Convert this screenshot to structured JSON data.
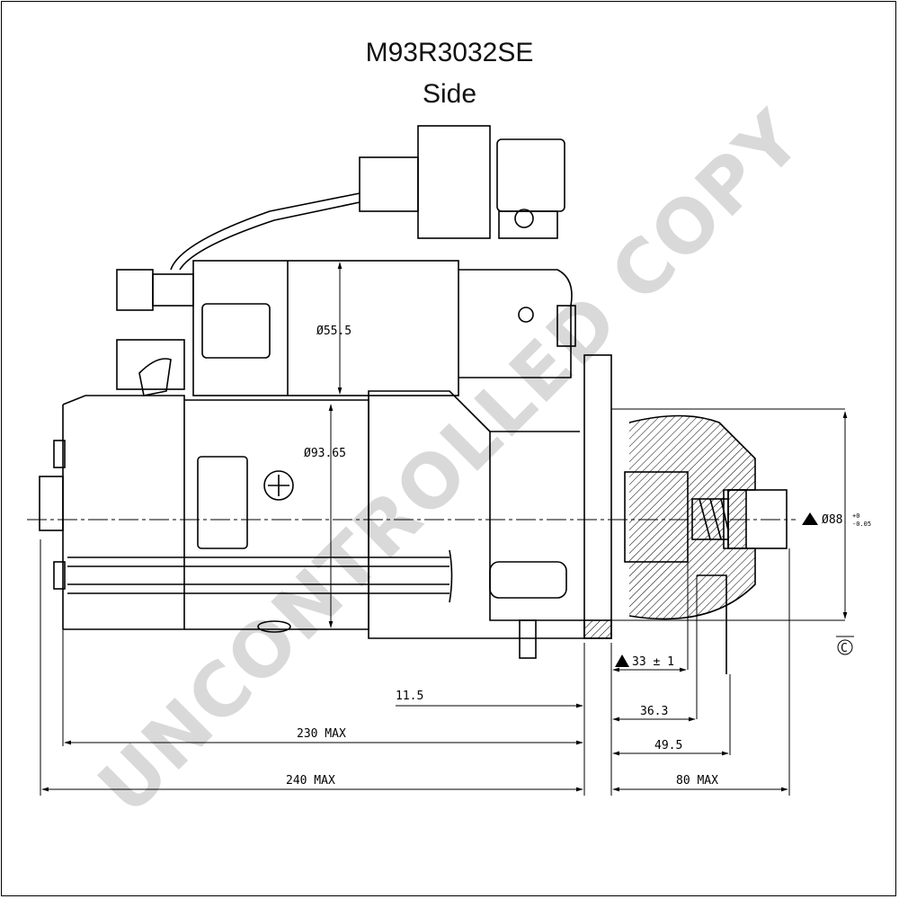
{
  "title": {
    "model": "M93R3032SE",
    "view": "Side"
  },
  "watermark": "UNCONTROLLED COPY",
  "datum": "C",
  "dimensions": {
    "d_solenoid": "Ø55.5",
    "d_body": "Ø93.65",
    "d_flange": "Ø88",
    "d_flange_tol_upper": "+0",
    "d_flange_tol_lower": "-0.05",
    "flange_offset": "33 ± 1",
    "flange_thickness": "11.5",
    "pinion_position": "36.3",
    "pinion_end": "49.5",
    "overall_max": "240 MAX",
    "body_max": "230 MAX",
    "front_max": "80 MAX"
  },
  "colors": {
    "line": "#000000",
    "watermark": "#d9d9d9",
    "hatch": "#000000"
  }
}
